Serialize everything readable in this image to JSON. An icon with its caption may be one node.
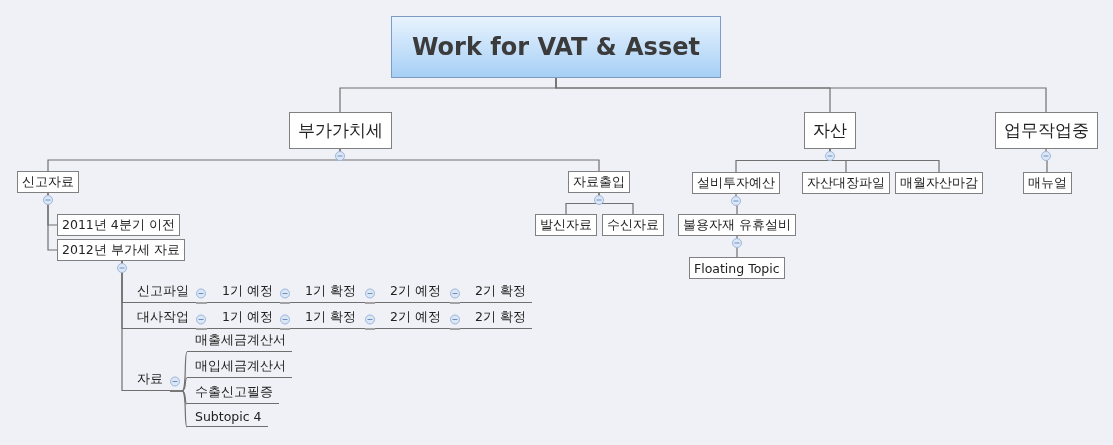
{
  "diagram": {
    "nodes": [
      {
        "text": [
          "Work for VAT & Asset"
        ]
      },
      {
        "text": [
          "부가가치세"
        ]
      },
      {
        "text": [
          "자산"
        ]
      },
      {
        "text": [
          "업무작업중"
        ]
      },
      {
        "text": [
          "신고자료"
        ]
      },
      {
        "text": [
          "자료출입"
        ]
      },
      {
        "text": [
          "2011년 4분기 이전"
        ]
      },
      {
        "text": [
          "2012년 부가세 자료"
        ]
      },
      {
        "text": [
          "신고파일"
        ]
      },
      {
        "text": [
          "1기 예정"
        ]
      },
      {
        "text": [
          "1기 확정"
        ]
      },
      {
        "text": [
          "2기 예정"
        ]
      },
      {
        "text": [
          "2기 확정"
        ]
      },
      {
        "text": [
          "대사작업"
        ]
      },
      {
        "text": [
          "1기 예정"
        ]
      },
      {
        "text": [
          "1기 확정"
        ]
      },
      {
        "text": [
          "2기 예정"
        ]
      },
      {
        "text": [
          "2기 확정"
        ]
      },
      {
        "text": [
          "자료"
        ]
      },
      {
        "text": [
          "매출세금계산서"
        ]
      },
      {
        "text": [
          "매입세금계산서"
        ]
      },
      {
        "text": [
          "수출신고필증"
        ]
      },
      {
        "text": [
          "Subtopic 4"
        ]
      },
      {
        "text": [
          "발신자료"
        ]
      },
      {
        "text": [
          "수신자료"
        ]
      },
      {
        "text": [
          "설비투자예산"
        ]
      },
      {
        "text": [
          "자산대장파일"
        ]
      },
      {
        "text": [
          "매월자산마감"
        ]
      },
      {
        "text": [
          "불용자재 유휴설비"
        ]
      },
      {
        "text": [
          "Floating Topic"
        ]
      },
      {
        "text": [
          "매뉴얼"
        ]
      }
    ],
    "edges": [
      {
        "from": 0,
        "to": 1,
        "arrow": "none"
      },
      {
        "from": 0,
        "to": 2,
        "arrow": "none"
      },
      {
        "from": 0,
        "to": 3,
        "arrow": "none"
      },
      {
        "from": 1,
        "to": 4,
        "arrow": "none"
      },
      {
        "from": 1,
        "to": 5,
        "arrow": "none"
      },
      {
        "from": 4,
        "to": 6,
        "arrow": "none"
      },
      {
        "from": 4,
        "to": 7,
        "arrow": "none"
      },
      {
        "from": 7,
        "to": 8,
        "arrow": "none"
      },
      {
        "from": 7,
        "to": 13,
        "arrow": "none"
      },
      {
        "from": 7,
        "to": 18,
        "arrow": "none"
      },
      {
        "from": 8,
        "to": 9,
        "arrow": "none"
      },
      {
        "from": 9,
        "to": 10,
        "arrow": "none"
      },
      {
        "from": 10,
        "to": 11,
        "arrow": "none"
      },
      {
        "from": 11,
        "to": 12,
        "arrow": "none"
      },
      {
        "from": 13,
        "to": 14,
        "arrow": "none"
      },
      {
        "from": 14,
        "to": 15,
        "arrow": "none"
      },
      {
        "from": 15,
        "to": 16,
        "arrow": "none"
      },
      {
        "from": 16,
        "to": 17,
        "arrow": "none"
      },
      {
        "from": 18,
        "to": 19,
        "arrow": "none"
      },
      {
        "from": 18,
        "to": 20,
        "arrow": "none"
      },
      {
        "from": 18,
        "to": 21,
        "arrow": "none"
      },
      {
        "from": 18,
        "to": 22,
        "arrow": "none"
      },
      {
        "from": 5,
        "to": 23,
        "arrow": "none"
      },
      {
        "from": 5,
        "to": 24,
        "arrow": "none"
      },
      {
        "from": 2,
        "to": 25,
        "arrow": "none"
      },
      {
        "from": 2,
        "to": 26,
        "arrow": "none"
      },
      {
        "from": 2,
        "to": 27,
        "arrow": "none"
      },
      {
        "from": 25,
        "to": 28,
        "arrow": "none"
      },
      {
        "from": 28,
        "to": 29,
        "arrow": "none"
      },
      {
        "from": 3,
        "to": 30,
        "arrow": "none"
      }
    ]
  }
}
